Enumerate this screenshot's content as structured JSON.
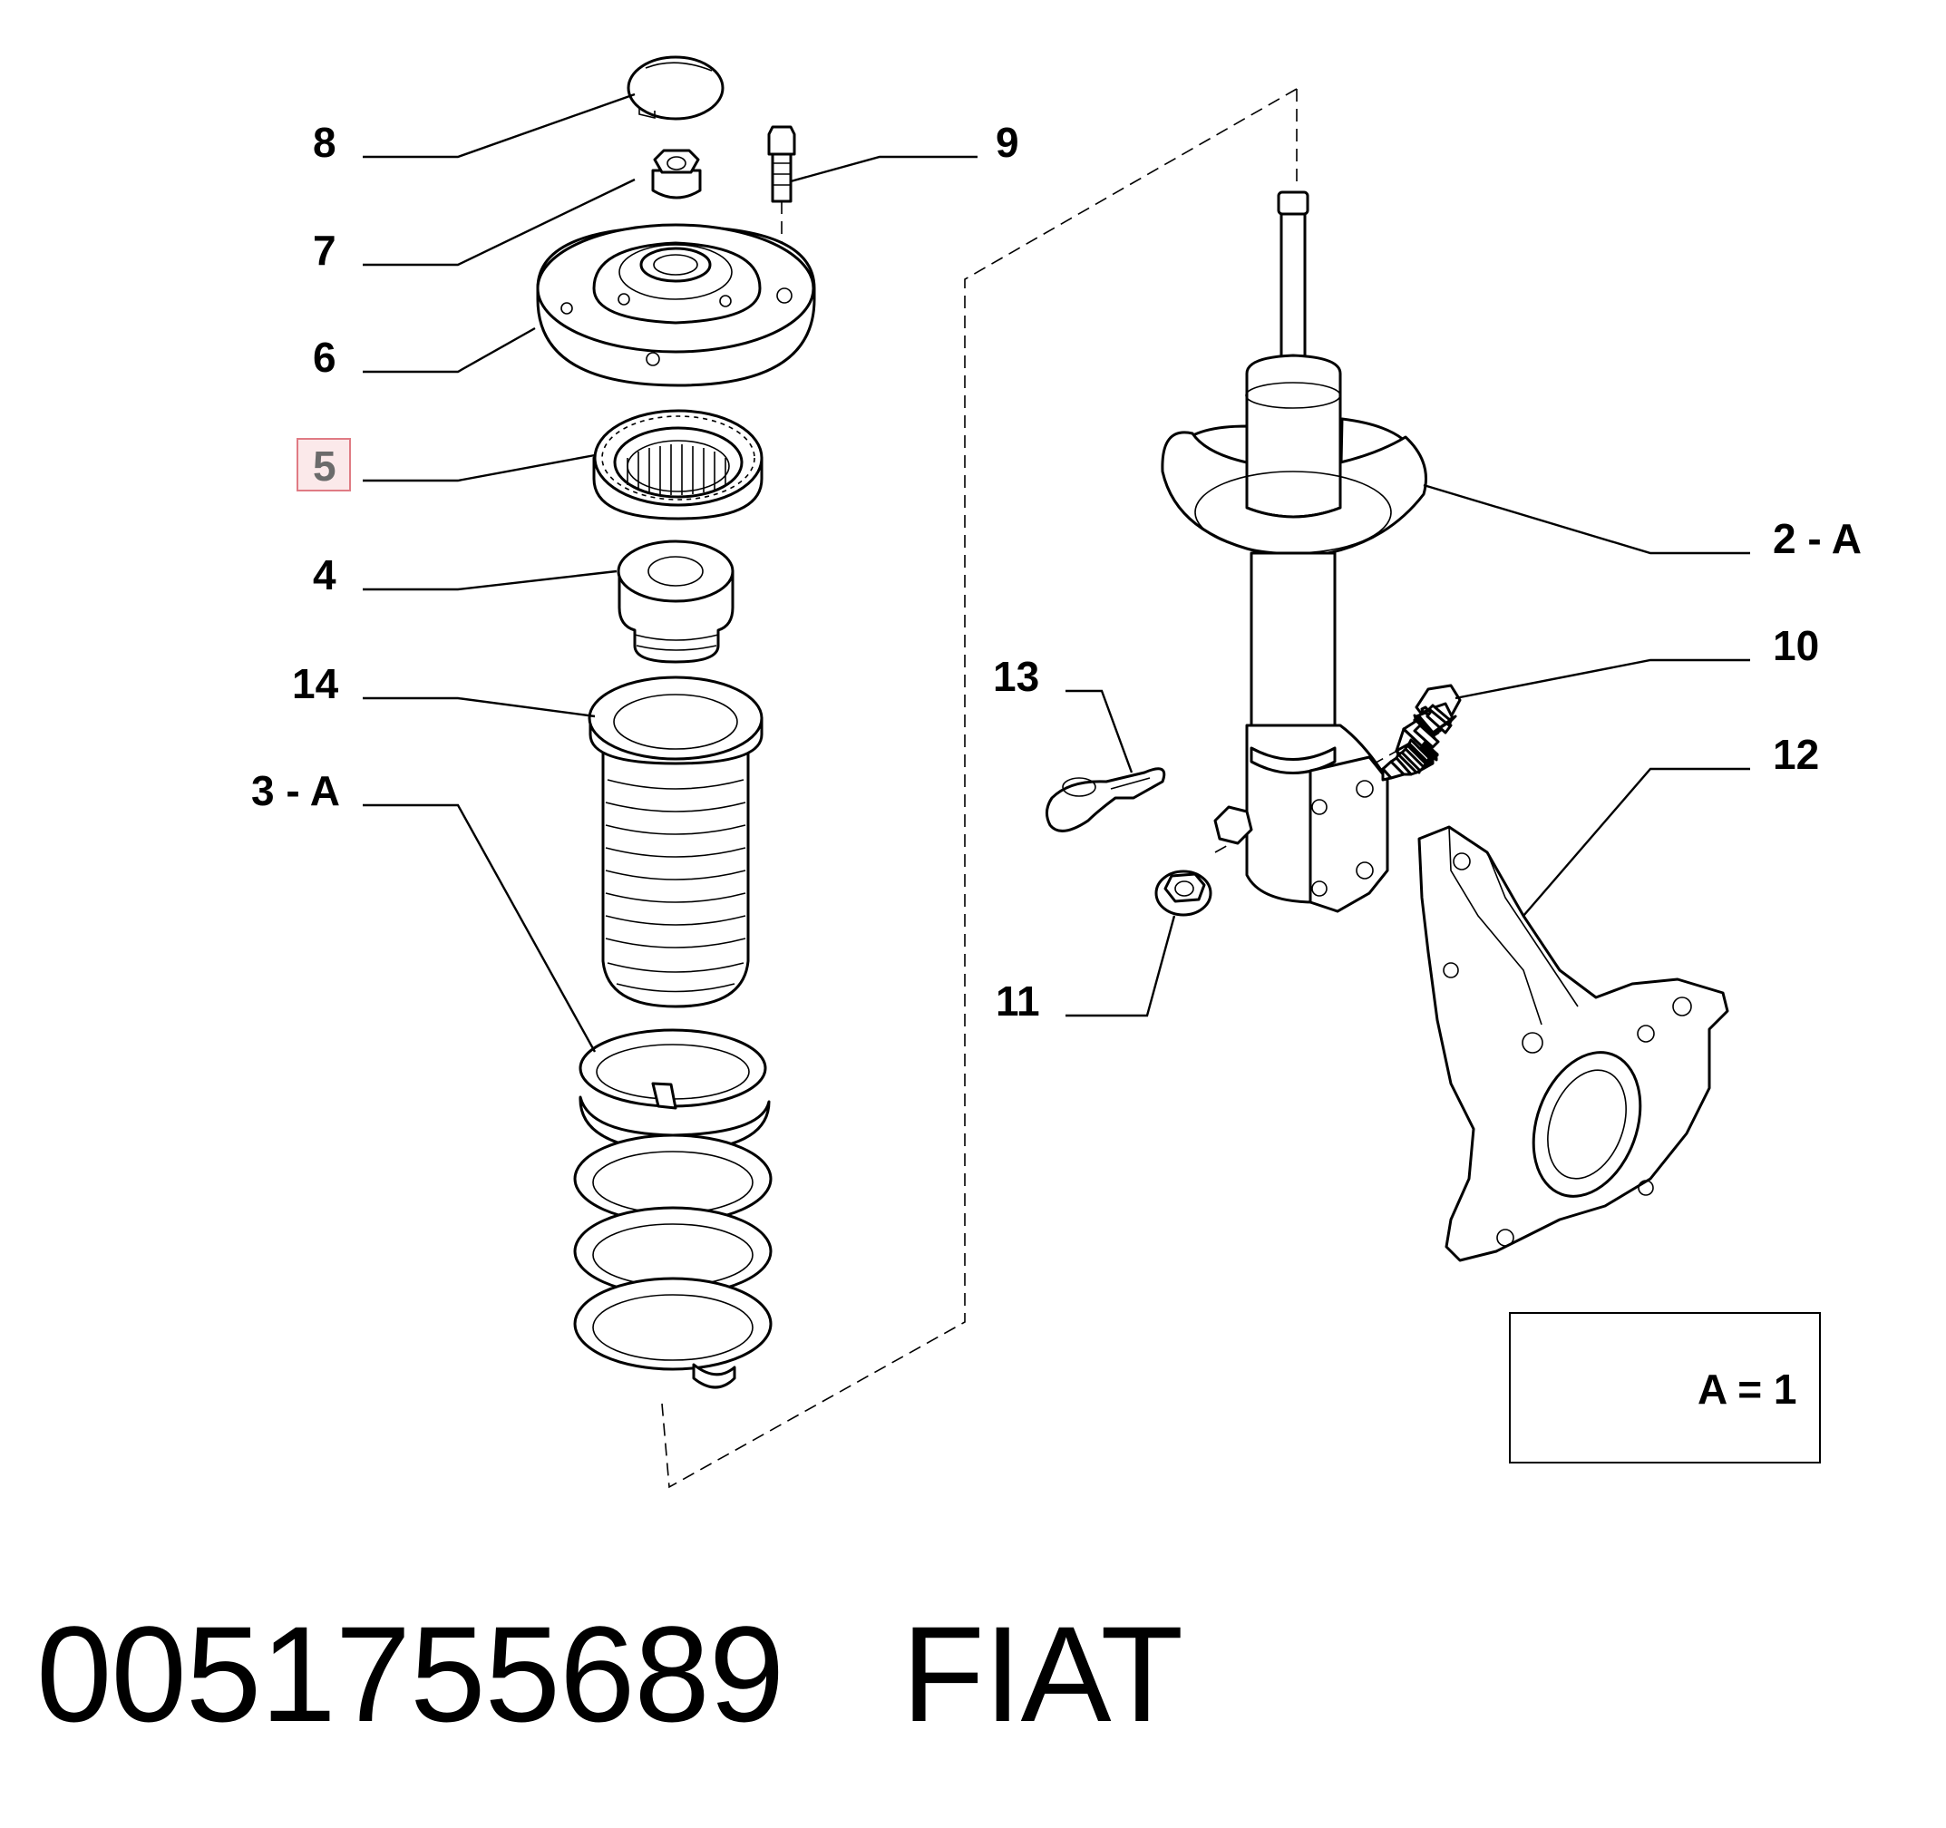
{
  "callouts": {
    "c8": "8",
    "c7": "7",
    "c6": "6",
    "c5": "5",
    "c4": "4",
    "c14": "14",
    "c3a": "3 - A",
    "c9": "9",
    "c2a": "2 - A",
    "c13": "13",
    "c10": "10",
    "c12": "12",
    "c11": "11"
  },
  "highlighted_callout": "5",
  "quantity_note": "A = 1",
  "footer": {
    "part_number": "0051755689",
    "brand": "FIAT"
  },
  "colors": {
    "highlight_fill": "#fbe9ea",
    "highlight_border": "#e07b84",
    "highlight_text": "#6b6b6b"
  }
}
